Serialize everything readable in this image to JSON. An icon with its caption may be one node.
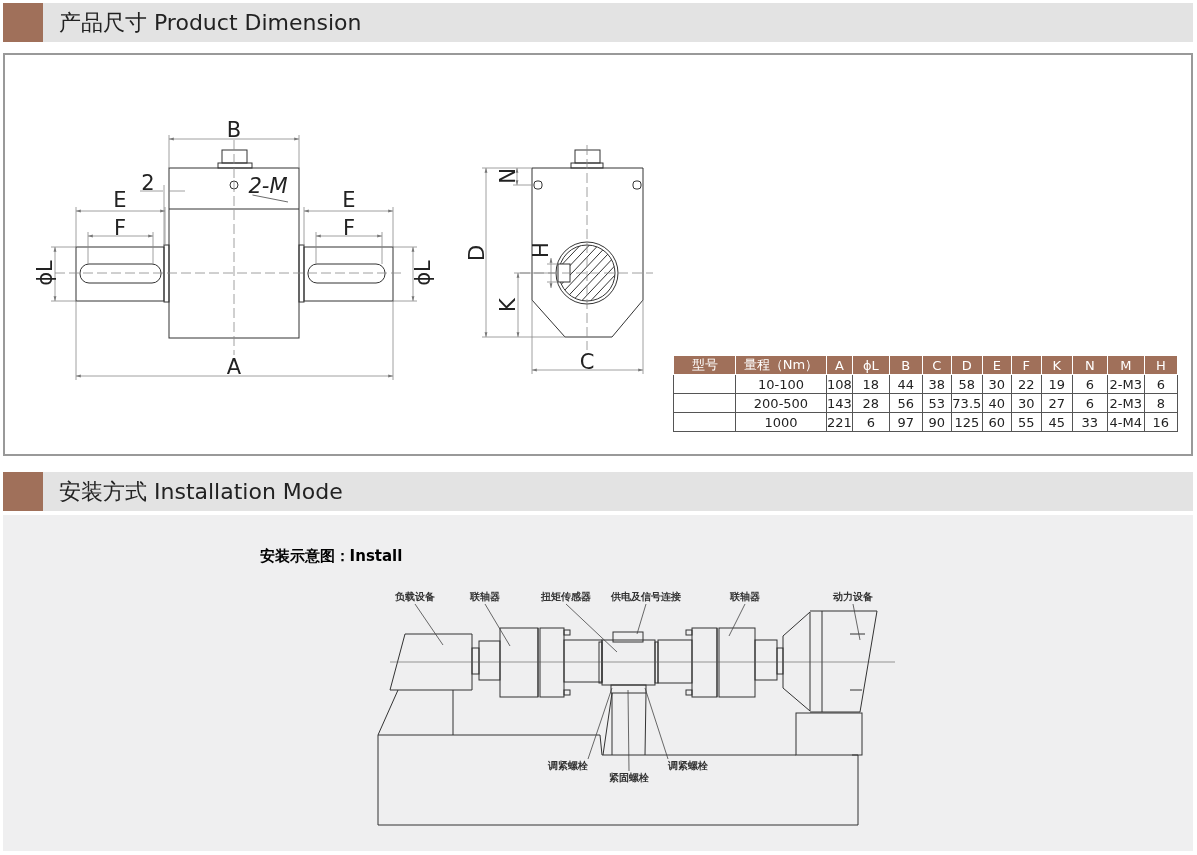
{
  "diagram": {
    "nodes": [
      {
        "text": [
          "产品尺寸 Product Dimension"
        ]
      },
      {
        "text": [
          "安装方式 Installation Mode"
        ]
      },
      {
        "text": [
          "2-M"
        ]
      },
      {
        "text": [
          "负载设备"
        ]
      },
      {
        "text": [
          "联轴器"
        ]
      },
      {
        "text": [
          "扭矩传感器"
        ]
      },
      {
        "text": [
          "供电及信号连接"
        ]
      },
      {
        "text": [
          "联轴器"
        ]
      },
      {
        "text": [
          "动力设备"
        ]
      },
      {
        "text": [
          "调紧螺栓"
        ]
      },
      {
        "text": [
          "紧固螺栓"
        ]
      },
      {
        "text": [
          "调紧螺栓"
        ]
      }
    ],
    "edges": [
      {
        "from": 2,
        "to": null,
        "arrow": "none"
      },
      {
        "from": 3,
        "to": null,
        "arrow": "none"
      },
      {
        "from": 4,
        "to": null,
        "arrow": "none"
      },
      {
        "from": 5,
        "to": null,
        "arrow": "none"
      },
      {
        "from": 6,
        "to": null,
        "arrow": "none"
      },
      {
        "from": 7,
        "to": null,
        "arrow": "none"
      },
      {
        "from": 8,
        "to": null,
        "arrow": "none"
      },
      {
        "from": 9,
        "to": null,
        "arrow": "none"
      },
      {
        "from": 10,
        "to": null,
        "arrow": "none"
      },
      {
        "from": 11,
        "to": null,
        "arrow": "none"
      }
    ],
    "labels": [
      "B",
      "2",
      "E",
      "F",
      "E",
      "F",
      "ϕL",
      "ϕL",
      "A",
      "N",
      "D",
      "H",
      "K",
      "C",
      "型号",
      "量程（Nm）",
      "A",
      "ϕL",
      "B",
      "C",
      "D",
      "E",
      "F",
      "K",
      "N",
      "M",
      "H",
      "10-100",
      "108",
      "18",
      "44",
      "38",
      "58",
      "30",
      "22",
      "19",
      "6",
      "2-M3",
      "6",
      "200-500",
      "143",
      "28",
      "56",
      "53",
      "73.5",
      "40",
      "30",
      "27",
      "6",
      "2-M3",
      "8",
      "1000",
      "221",
      "6",
      "97",
      "90",
      "125",
      "60",
      "55",
      "45",
      "33",
      "4-M4",
      "16",
      "安装示意图：Install"
    ]
  }
}
